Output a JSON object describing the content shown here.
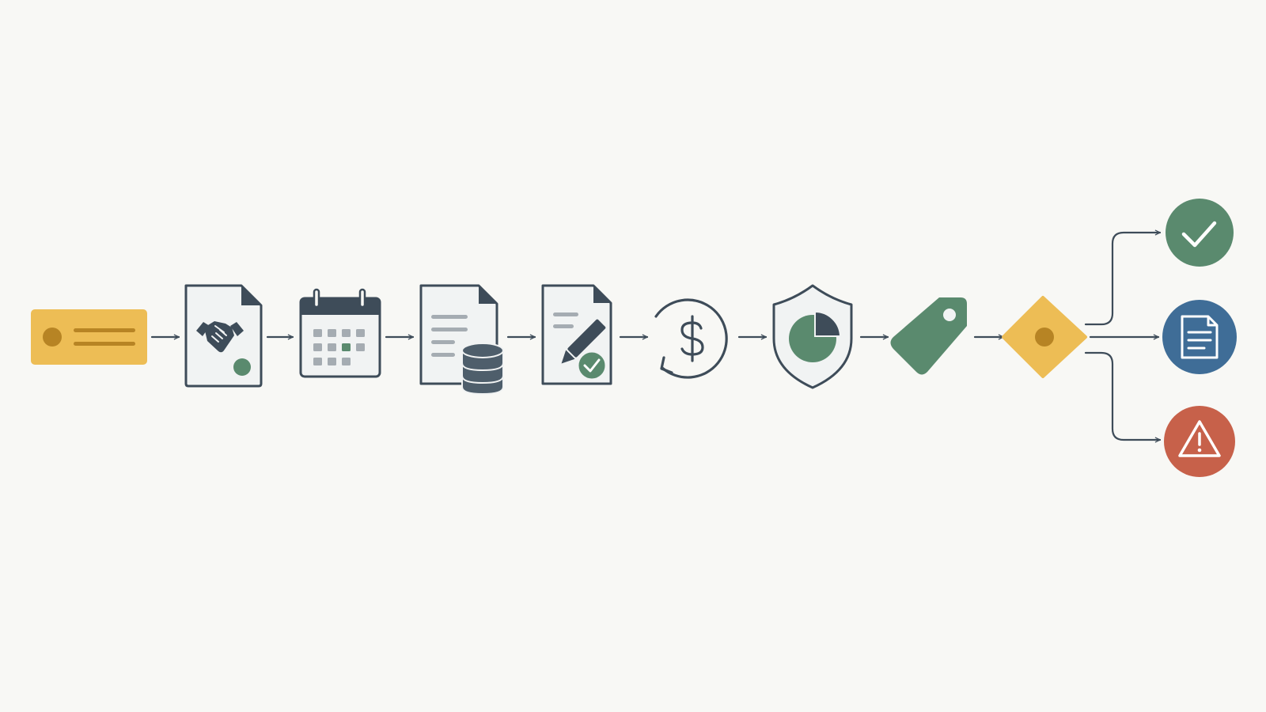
{
  "colors": {
    "background": "#f8f8f5",
    "ink": "#3e4c59",
    "yellow": "#edbd55",
    "yellow_dark": "#b78424",
    "green": "#5a8a6e",
    "blue": "#3f6d97",
    "red": "#c7614a",
    "paper": "#f1f3f3",
    "gray": "#a5acb2"
  },
  "steps": [
    {
      "id": "start",
      "icon": "start-pill-icon"
    },
    {
      "id": "agreement",
      "icon": "handshake-document-icon"
    },
    {
      "id": "schedule",
      "icon": "calendar-icon"
    },
    {
      "id": "records",
      "icon": "document-database-icon"
    },
    {
      "id": "sign",
      "icon": "document-edit-check-icon"
    },
    {
      "id": "payment",
      "icon": "dollar-cycle-icon"
    },
    {
      "id": "protection",
      "icon": "shield-pie-chart-icon"
    },
    {
      "id": "pricing",
      "icon": "price-tag-icon"
    },
    {
      "id": "decision",
      "icon": "decision-diamond-icon"
    }
  ],
  "outcomes": [
    {
      "id": "approved",
      "icon": "checkmark-circle-icon",
      "color": "#5a8a6e"
    },
    {
      "id": "review",
      "icon": "document-circle-icon",
      "color": "#3f6d97"
    },
    {
      "id": "warning",
      "icon": "warning-circle-icon",
      "color": "#c7614a"
    }
  ]
}
